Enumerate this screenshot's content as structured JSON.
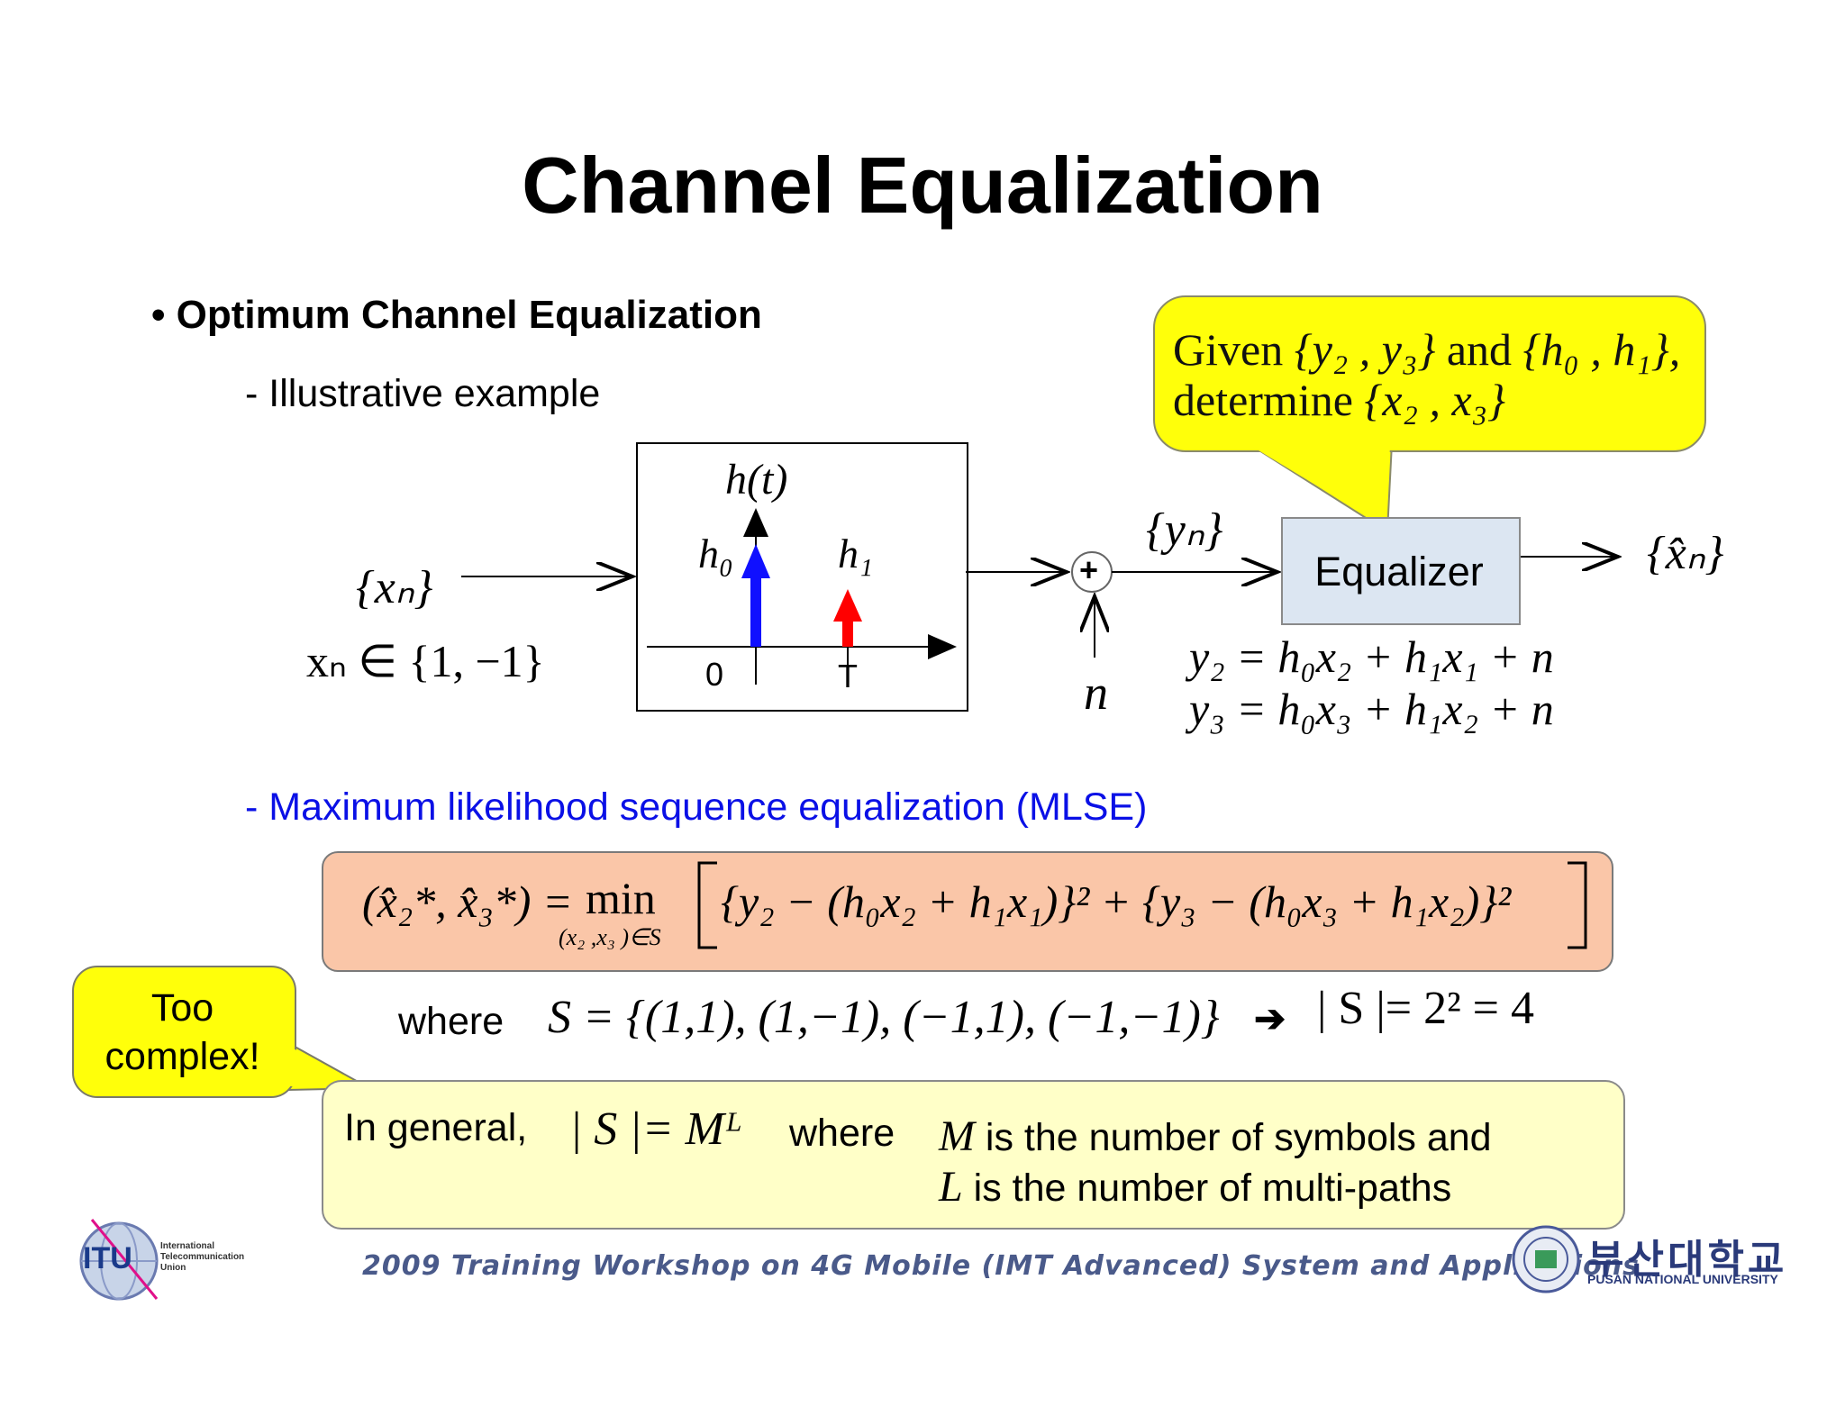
{
  "title": "Channel Equalization",
  "bullet": "• Optimum Channel Equalization",
  "subheading": "- Illustrative example",
  "callout_top": {
    "line1_prefix": "Given ",
    "line1_set1": "{y₂ , y₃}",
    "line1_and": " and ",
    "line1_set2": "{h₀ , h₁},",
    "line2_prefix": "determine ",
    "line2_set": "{x₂ , x₃}"
  },
  "diagram": {
    "input_label": "{xₙ}",
    "input_domain": "xₙ ∈ {1, −1}",
    "impulse_title": "h(t)",
    "h0_label": "h₀",
    "h1_label": "h₁",
    "tick_0": "0",
    "tick_T": "T",
    "adder_symbol": "+",
    "noise_label": "n",
    "output_label": "{yₙ}",
    "equalizer_label": "Equalizer",
    "estimate_label": "{x̂ₙ}",
    "eq_y2": "y₂ = h₀x₂ + h₁x₁ + n",
    "eq_y3": "y₃ = h₀x₃ + h₁x₂ + n",
    "colors": {
      "h0_arrow": "#1010ff",
      "h1_arrow": "#ff0000"
    }
  },
  "mlse_heading": "- Maximum likelihood sequence equalization (MLSE)",
  "mlse_formula": {
    "lhs": "(x̂₂*, x̂₃*) =",
    "min": "min",
    "min_sub": "(x₂ ,x₃ )∈S",
    "body": "{y₂ − (h₀x₂ + h₁x₁)}² + {y₃ − (h₀x₃ + h₁x₂)}²"
  },
  "where_line": {
    "where": "where",
    "set": "S = {(1,1), (1,−1), (−1,1), (−1,−1)}",
    "arrow": "➔",
    "cardinality": "| S |= 2² = 4"
  },
  "too_complex": {
    "line1": "Too",
    "line2": "complex!"
  },
  "general": {
    "prefix": "In general,",
    "formula": "| S |= Mᴸ",
    "where": "where",
    "m_sym": "M",
    "m_text": " is the number of symbols and",
    "l_sym": "L",
    "l_text": " is the number of multi-paths"
  },
  "footer": {
    "itu_line1": "International",
    "itu_line2": "Telecommunication",
    "itu_line3": "Union",
    "itu_logo": "ITU",
    "workshop": "2009 Training Workshop on 4G Mobile (IMT Advanced) System and Applications",
    "pnu_korean": "부산대학교",
    "pnu_english": "PUSAN NATIONAL UNIVERSITY"
  }
}
